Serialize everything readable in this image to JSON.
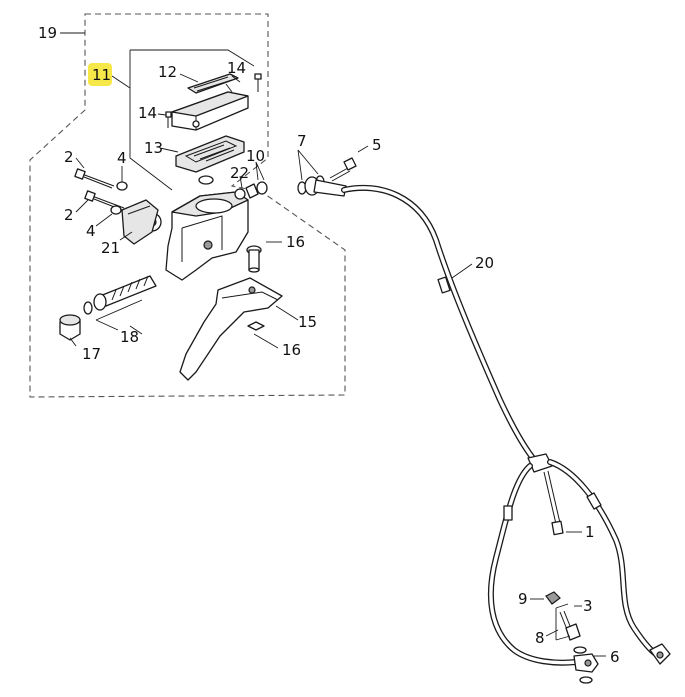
{
  "diagram": {
    "title": "Clutch master cylinder assembly (exploded parts view)",
    "highlight_color": "#f7e84a",
    "highlighted_callout": "11",
    "callouts": {
      "c19": "19",
      "c11": "11",
      "c12": "12",
      "c14a": "14",
      "c14b": "14",
      "c13": "13",
      "c2a": "2",
      "c4a": "4",
      "c2b": "2",
      "c4b": "4",
      "c21": "21",
      "c22": "22",
      "c10": "10",
      "c7": "7",
      "c5": "5",
      "c16a": "16",
      "c15": "15",
      "c16b": "16",
      "c18": "18",
      "c17": "17",
      "c20": "20",
      "c1": "1",
      "c9": "9",
      "c3": "3",
      "c8": "8",
      "c6": "6"
    }
  }
}
